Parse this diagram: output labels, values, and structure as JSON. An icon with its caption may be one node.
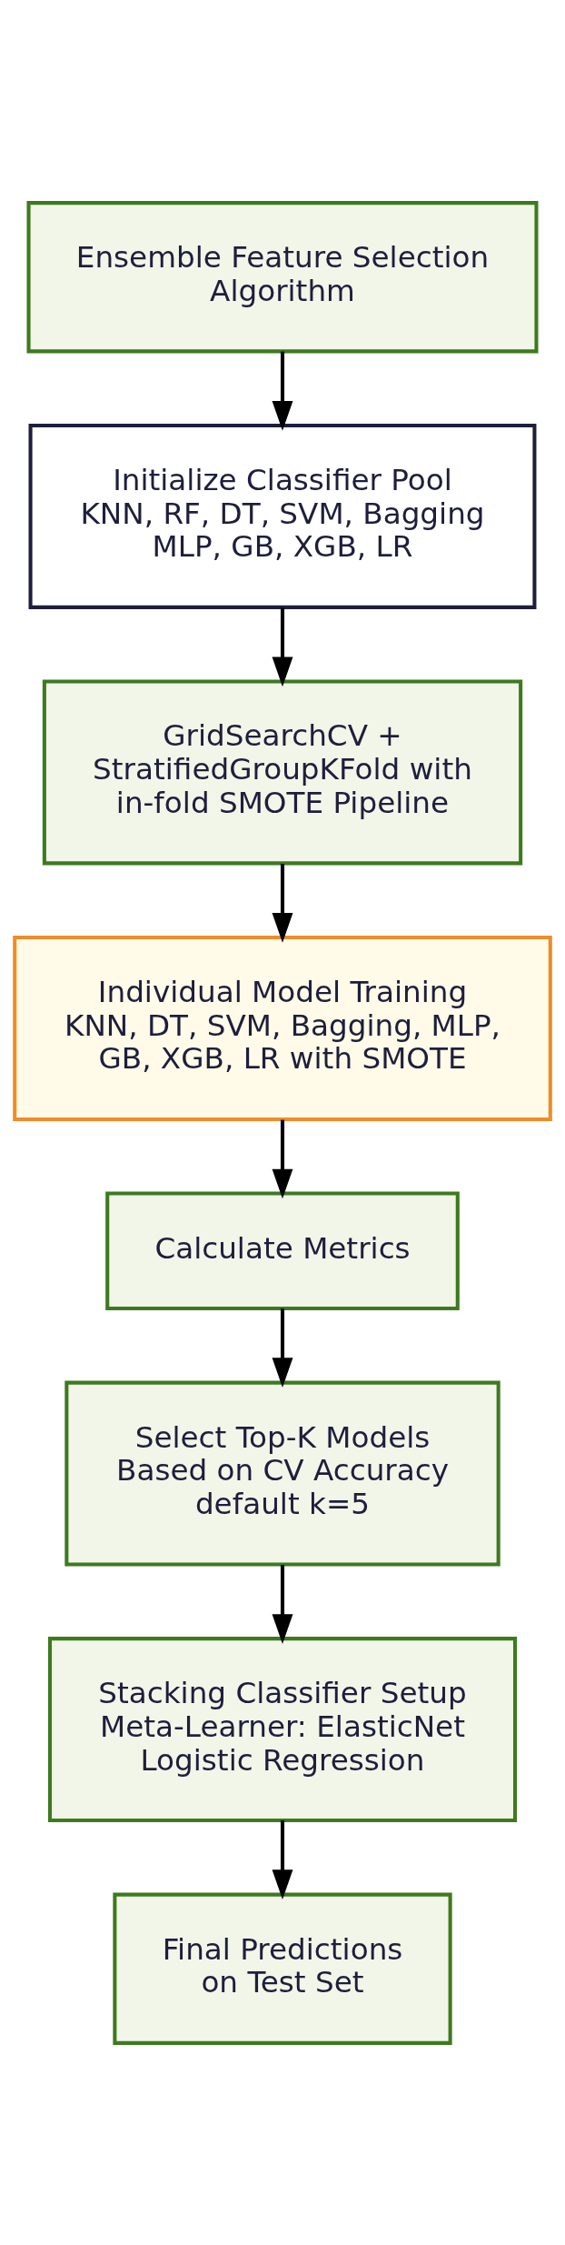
{
  "diagram": {
    "nodes": [
      {
        "text": [
          "Ensemble Feature Selection Algorithm"
        ]
      },
      {
        "text": [
          "Initialize Classifier Pool KNN, RF, DT, SVM, Bagging MLP, GB, XGB, LR"
        ]
      },
      {
        "text": [
          "GridSearchCV + StratifiedGroupKFold with in-fold SMOTE Pipeline"
        ]
      },
      {
        "text": [
          "Individual Model Training KNN, DT, SVM, Bagging, MLP, GB, XGB, LR with SMOTE"
        ]
      },
      {
        "text": [
          "Calculate Metrics"
        ]
      },
      {
        "text": [
          "Select Top-K Models Based on CV Accuracy default k=5"
        ]
      },
      {
        "text": [
          "Stacking Classifier Setup Meta-Learner: ElasticNet Logistic Regression"
        ]
      },
      {
        "text": [
          "Final Predictions on Test Set"
        ]
      }
    ],
    "edges": [
      {
        "from": 0,
        "to": 1,
        "arrow": "to"
      },
      {
        "from": 1,
        "to": 2,
        "arrow": "to"
      },
      {
        "from": 2,
        "to": 3,
        "arrow": "to"
      },
      {
        "from": 3,
        "to": 4,
        "arrow": "to"
      },
      {
        "from": 4,
        "to": 5,
        "arrow": "to"
      },
      {
        "from": 5,
        "to": 6,
        "arrow": "to"
      },
      {
        "from": 6,
        "to": 7,
        "arrow": "to"
      }
    ]
  }
}
